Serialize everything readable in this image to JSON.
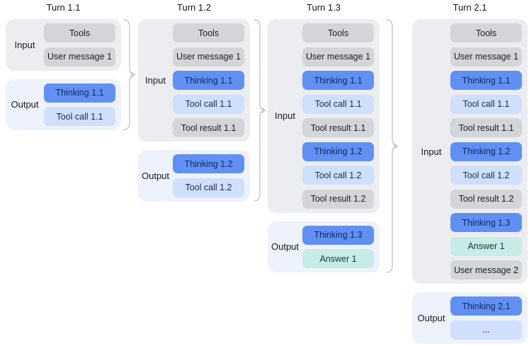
{
  "turns": [
    {
      "title": "Turn 1.1",
      "input_label": "Input",
      "output_label": "Output",
      "input_pills": [
        {
          "text": "Tools",
          "type": "gray"
        },
        {
          "text": "User message 1",
          "type": "gray"
        }
      ],
      "output_pills": [
        {
          "text": "Thinking 1.1",
          "type": "thinking"
        },
        {
          "text": "Tool call 1.1",
          "type": "tool-call"
        }
      ]
    },
    {
      "title": "Turn 1.2",
      "input_label": "Input",
      "output_label": "Output",
      "input_pills": [
        {
          "text": "Tools",
          "type": "gray"
        },
        {
          "text": "User message 1",
          "type": "gray"
        },
        {
          "text": "Thinking 1.1",
          "type": "thinking"
        },
        {
          "text": "Tool call 1.1",
          "type": "tool-call"
        },
        {
          "text": "Tool result 1.1",
          "type": "gray"
        }
      ],
      "output_pills": [
        {
          "text": "Thinking 1.2",
          "type": "thinking"
        },
        {
          "text": "Tool call 1.2",
          "type": "tool-call"
        }
      ]
    },
    {
      "title": "Turn 1.3",
      "input_label": "Input",
      "output_label": "Output",
      "input_pills": [
        {
          "text": "Tools",
          "type": "gray"
        },
        {
          "text": "User message 1",
          "type": "gray"
        },
        {
          "text": "Thinking 1.1",
          "type": "thinking"
        },
        {
          "text": "Tool call 1.1",
          "type": "tool-call"
        },
        {
          "text": "Tool result 1.1",
          "type": "gray"
        },
        {
          "text": "Thinking 1.2",
          "type": "thinking"
        },
        {
          "text": "Tool call 1.2",
          "type": "tool-call"
        },
        {
          "text": "Tool result 1.2",
          "type": "gray"
        }
      ],
      "output_pills": [
        {
          "text": "Thinking 1.3",
          "type": "thinking"
        },
        {
          "text": "Answer 1",
          "type": "answer"
        }
      ]
    },
    {
      "title": "Turn 2.1",
      "input_label": "Input",
      "output_label": "Output",
      "input_pills": [
        {
          "text": "Tools",
          "type": "gray"
        },
        {
          "text": "User message 1",
          "type": "gray"
        },
        {
          "text": "Thinking 1.1",
          "type": "thinking"
        },
        {
          "text": "Tool call 1.1",
          "type": "tool-call"
        },
        {
          "text": "Tool result 1.1",
          "type": "gray"
        },
        {
          "text": "Thinking 1.2",
          "type": "thinking"
        },
        {
          "text": "Tool call 1.2",
          "type": "tool-call"
        },
        {
          "text": "Tool result 1.2",
          "type": "gray"
        },
        {
          "text": "Thinking 1.3",
          "type": "thinking"
        },
        {
          "text": "Answer 1",
          "type": "answer"
        },
        {
          "text": "User message 2",
          "type": "gray"
        }
      ],
      "output_pills": [
        {
          "text": "Thinking 2.1",
          "type": "thinking"
        },
        {
          "text": "...",
          "type": "tool-call"
        }
      ]
    }
  ],
  "colors": {
    "input_section_bg": "#ECEDF0",
    "output_section_bg": "#EDF2FD",
    "pill_gray": "#D3D5D8",
    "pill_thinking_blue": "#6190F2",
    "pill_tool_call_blue": "#CFDFFC",
    "pill_answer_teal": "#C7EBE7",
    "brace_stroke": "#C6C8CD"
  }
}
